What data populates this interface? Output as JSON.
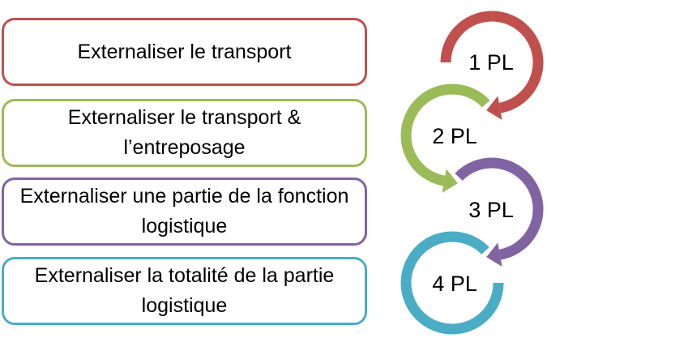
{
  "steps": [
    {
      "description": "Externaliser le transport",
      "label": "1 PL",
      "color": "#C0504D"
    },
    {
      "description": "Externaliser le transport & l’entreposage",
      "label": "2 PL",
      "color": "#9BBB59"
    },
    {
      "description": "Externaliser une partie de la fonction logistique",
      "label": "3 PL",
      "color": "#8064A2"
    },
    {
      "description": "Externaliser la totalité de la partie logistique",
      "label": "4 PL",
      "color": "#4BACC6"
    }
  ]
}
